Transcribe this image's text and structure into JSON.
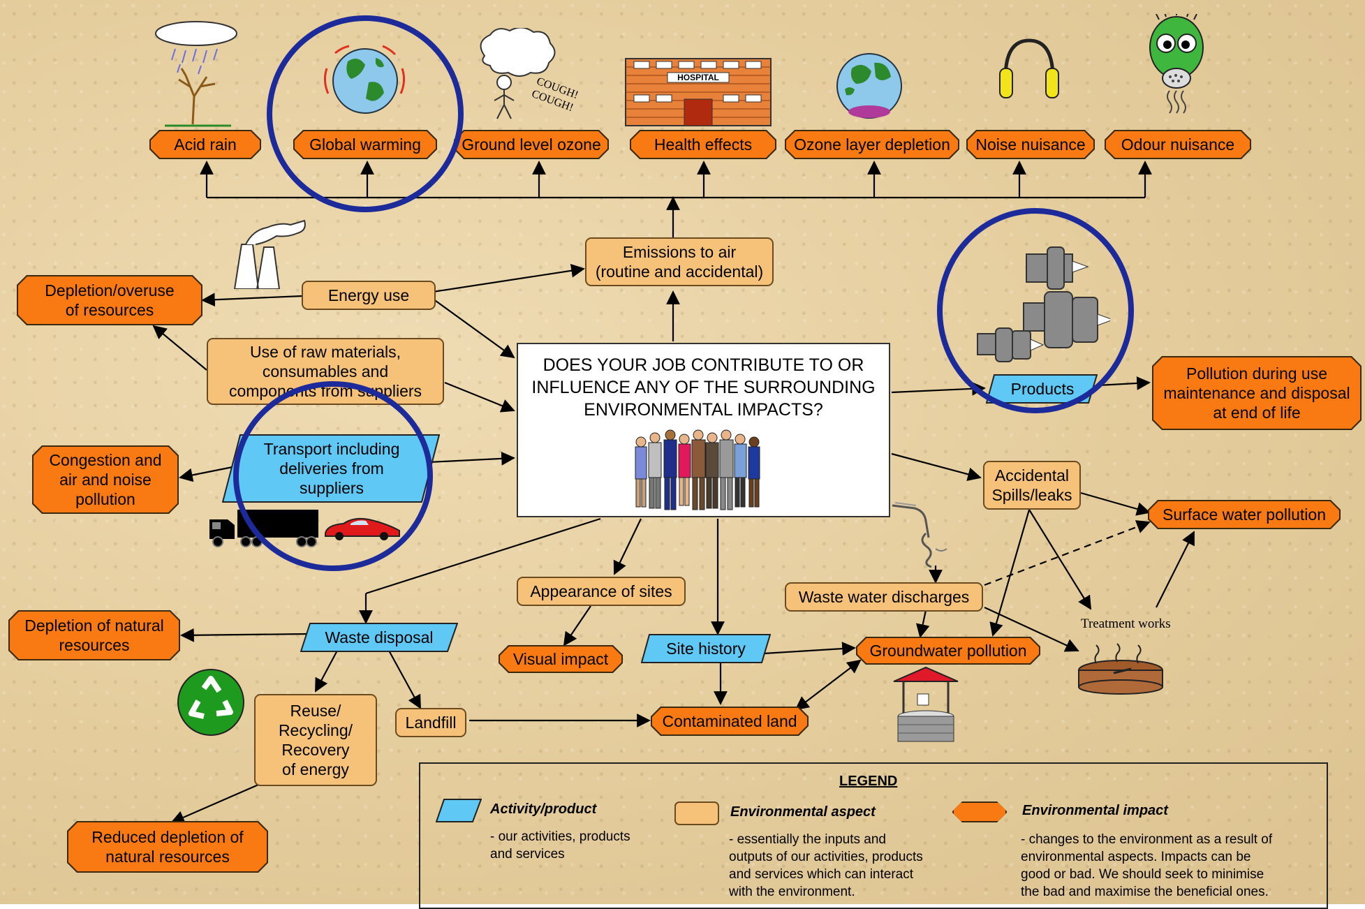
{
  "center_question": {
    "line1": "DOES YOUR JOB CONTRIBUTE TO OR",
    "line2": "INFLUENCE ANY OF THE SURROUNDING",
    "line3": "ENVIRONMENTAL IMPACTS?"
  },
  "top_impacts": {
    "acid_rain": "Acid rain",
    "global_warming": "Global warming",
    "ground_level_ozone": "Ground level ozone",
    "health_effects": "Health effects",
    "ozone_layer_depletion": "Ozone layer depletion",
    "noise_nuisance": "Noise nuisance",
    "odour_nuisance": "Odour nuisance"
  },
  "icon_text": {
    "hospital": "HOSPITAL",
    "cough1": "COUGH!",
    "cough2": "COUGH!",
    "treatment_works": "Treatment works"
  },
  "aspects": {
    "emissions": "Emissions to air\n(routine and accidental)",
    "energy_use": "Energy use",
    "raw_materials": "Use of raw materials,\nconsumables and\ncomponents from suppliers",
    "accidental_spills": "Accidental\nSpills/leaks",
    "appearance": "Appearance of sites",
    "waste_water": "Waste water discharges",
    "reuse": "Reuse/\nRecycling/\nRecovery\nof energy",
    "landfill": "Landfill"
  },
  "activities": {
    "transport": "Transport including\ndeliveries from\nsuppliers",
    "products": "Products",
    "waste_disposal": "Waste disposal",
    "site_history": "Site history"
  },
  "impacts": {
    "depletion_overuse": "Depletion/overuse\nof resources",
    "congestion": "Congestion and\nair and noise\npollution",
    "pollution_use": "Pollution during use\nmaintenance and disposal\nat end of life",
    "surface_water": "Surface water pollution",
    "depletion_natural": "Depletion of natural\nresources",
    "visual_impact": "Visual impact",
    "groundwater": "Groundwater pollution",
    "contaminated_land": "Contaminated land",
    "reduced_depletion": "Reduced depletion of\nnatural resources"
  },
  "legend": {
    "title": "LEGEND",
    "activity_head": "Activity/product",
    "activity_desc": "- our activities, products\nand services",
    "aspect_head": "Environmental aspect",
    "aspect_desc": "- essentially the inputs and\noutputs of our activities, products\nand services which can interact\nwith the environment.",
    "impact_head": "Environmental impact",
    "impact_desc": " - changes to the environment as a result of\nenvironmental aspects.  Impacts can be\ngood or bad.  We should seek to minimise\nthe bad and maximise the beneficial ones."
  },
  "colors": {
    "aspect_fill": "#f6c27a",
    "impact_fill": "#f97a12",
    "activity_fill": "#5fc8f5",
    "highlight_circle": "#1c2a9a"
  },
  "icons": [
    "acid-rain-tree-icon",
    "earth-warming-icon",
    "coughing-person-icon",
    "hospital-icon",
    "ozone-earth-icon",
    "headphones-icon",
    "gas-mask-icon",
    "factory-smoke-icon",
    "gears-icon",
    "truck-icon",
    "sports-car-icon",
    "recycle-icon",
    "well-icon",
    "treatment-works-icon",
    "tap-drip-icon",
    "people-group-icon"
  ]
}
